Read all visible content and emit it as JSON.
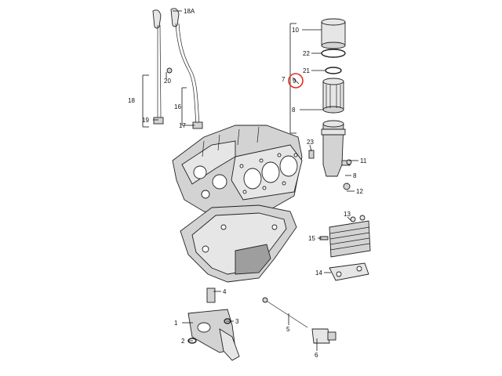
{
  "callouts": {
    "c1": "1",
    "c2": "2",
    "c3": "3",
    "c4": "4",
    "c5": "5",
    "c6": "6",
    "c7": "7",
    "c8a": "8",
    "c8b": "8",
    "c9": "9",
    "c10": "10",
    "c11": "11",
    "c12": "12",
    "c13": "13",
    "c14": "14",
    "c15": "15",
    "c16": "16",
    "c17": "17",
    "c18": "18",
    "c18a": "18A",
    "c19": "19",
    "c20": "20",
    "c21": "21",
    "c22": "22",
    "c23": "23"
  },
  "colors": {
    "highlight_circle": "#e03020"
  }
}
